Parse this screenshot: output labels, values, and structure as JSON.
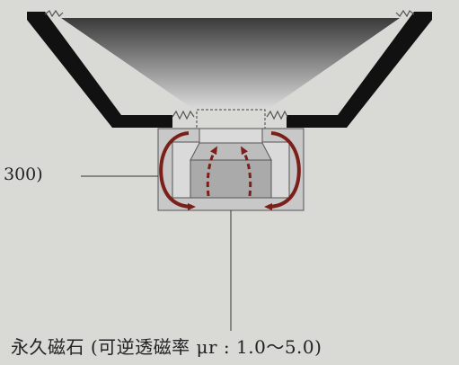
{
  "labels": {
    "left_callout": "300)",
    "bottom_callout": "永久磁石 (可逆透磁率 μr : 1.0～5.0)"
  },
  "colors": {
    "background": "#d9d9d6",
    "frame": "#111111",
    "flux_arrow": "#7a1f1a",
    "pole": "#c8c8c8",
    "magnet": "#aaaaaa",
    "cone_dark": "#3a3a3a",
    "cone_light": "#dcdcdc"
  },
  "icons": {
    "flux_loop": "curved-arrow-loop",
    "flux_up": "dashed-up-arrow"
  }
}
